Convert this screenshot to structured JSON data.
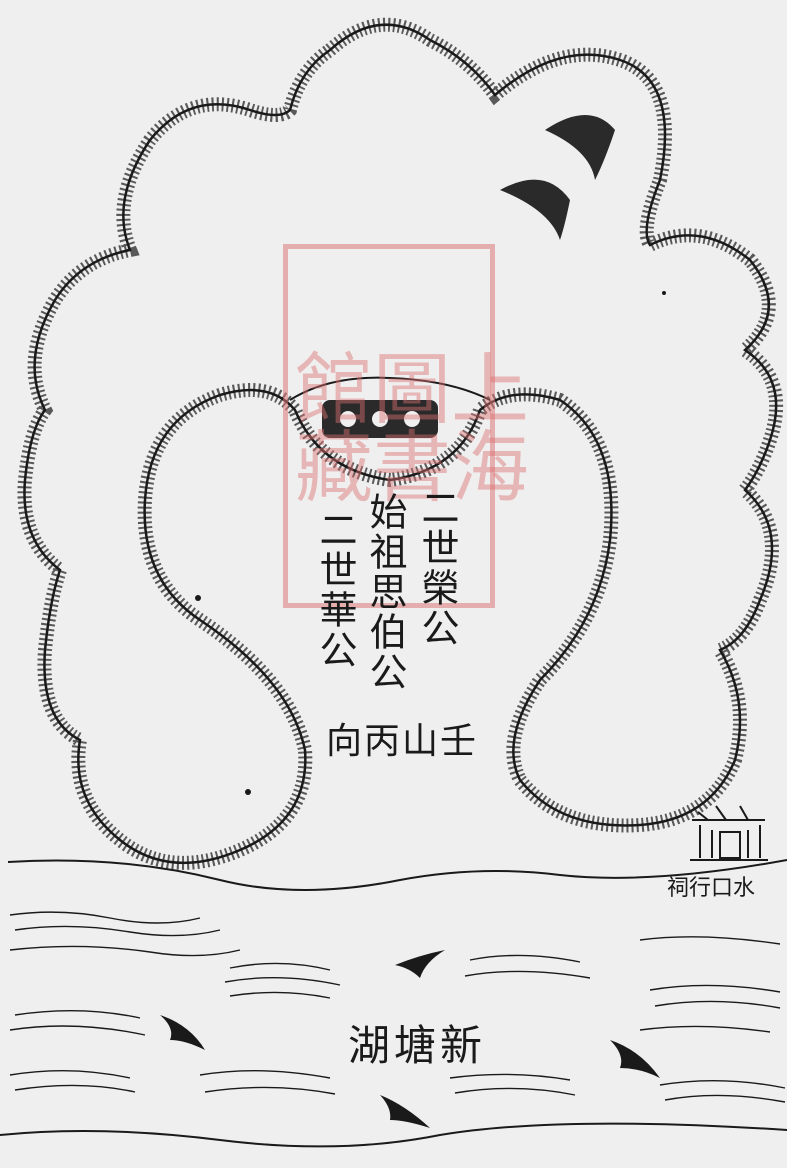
{
  "map": {
    "center_label_col1": "二世榮公",
    "center_label_col2": "始祖思伯公",
    "center_label_col3": "二世華公",
    "orientation": "壬山丙向",
    "lake": "新塘湖",
    "water_outlet": "水口行祠",
    "seal_col1": "上海",
    "seal_col2": "圖書",
    "seal_col3": "館藏"
  },
  "colors": {
    "ink": "#1a1a1a",
    "paper": "#efefef",
    "seal": "#dc7878"
  }
}
